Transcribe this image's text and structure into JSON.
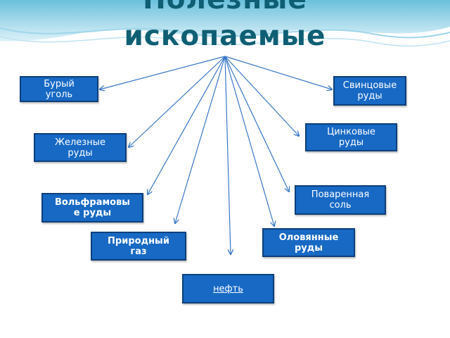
{
  "title": {
    "line1": "Полезные",
    "line2": "ископаемые"
  },
  "nodes": {
    "brown_coal": "Бурый\nуголь",
    "lead_ores": "Свинцовые\nруды",
    "zinc_ores": "Цинковые\nруды",
    "iron_ores": "Железные\nруды",
    "table_salt": "Поваренная\nсоль",
    "tungsten_ores": "Вольфрамовы\nе руды",
    "tin_ores": "Оловянные\nруды",
    "natural_gas": "Природный\nгаз",
    "oil": "нефть"
  },
  "colors": {
    "title": "#0f5f74",
    "box_fill": "#1769c4",
    "box_border": "#0d3f7a",
    "arrow": "#3a78c8"
  }
}
